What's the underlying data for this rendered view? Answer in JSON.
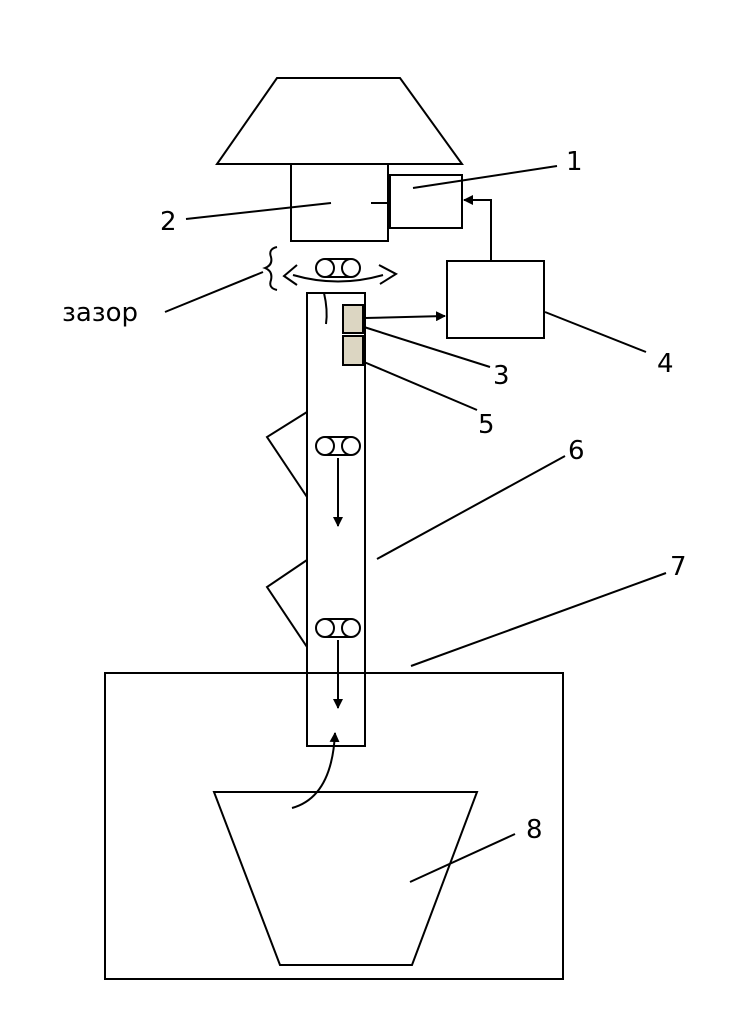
{
  "labels": {
    "gap": "зазор",
    "n1": "1",
    "n2": "2",
    "n3": "3",
    "n4": "4",
    "n5": "5",
    "n6": "6",
    "n7": "7",
    "n8": "8"
  },
  "colors": {
    "line": "#000000",
    "background": "#ffffff",
    "sensor_fill": "#dcd6c2"
  }
}
